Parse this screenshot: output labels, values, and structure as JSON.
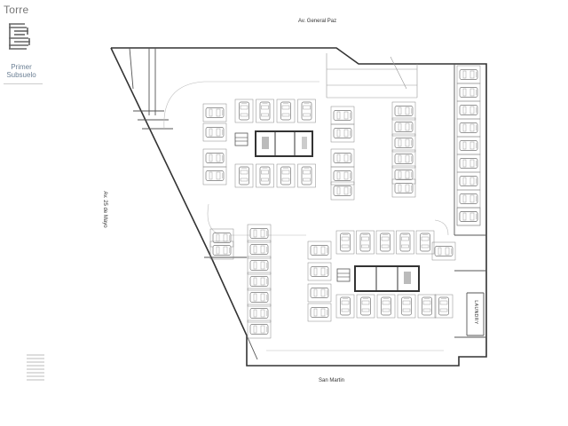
{
  "header": {
    "title": "Torre",
    "subtitle_line1": "Primer",
    "subtitle_line2": "Subsuelo",
    "logo_icon": "tower-b-logo-icon"
  },
  "plan": {
    "streets": {
      "north": "Av. General Paz",
      "west": "Av. 25 de Mayo",
      "south": "San Martin"
    },
    "rooms": {
      "laundry": "LAUNDRY"
    }
  },
  "footer": {
    "legend_icon": "stripe-pattern-icon"
  }
}
